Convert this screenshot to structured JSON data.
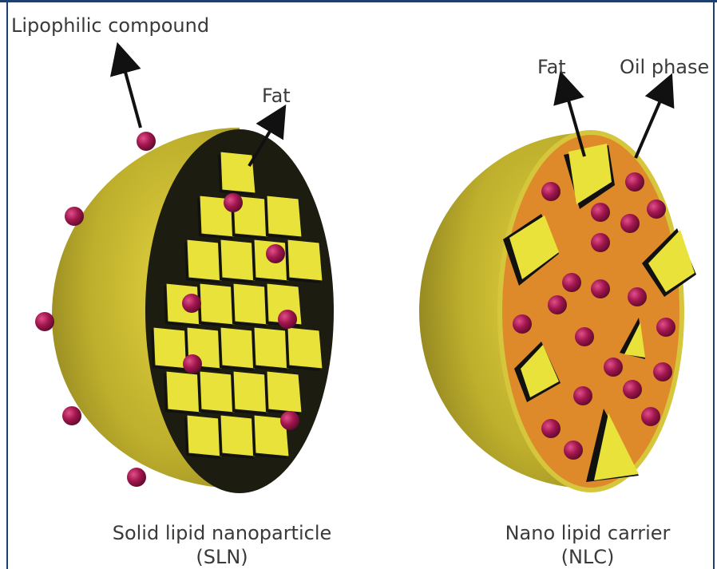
{
  "labels": {
    "lipophilic": "Lipophilic compound",
    "fat_sln": "Fat",
    "fat_nlc": "Fat",
    "oil_phase": "Oil phase",
    "sln_name": "Solid lipid nanoparticle",
    "sln_abbr": "(SLN)",
    "nlc_name": "Nano lipid carrier",
    "nlc_abbr": "(NLC)"
  },
  "colors": {
    "shell": "#b7a82a",
    "shell_light": "#d9cc3c",
    "crystal": "#e8e23a",
    "oil": "#de8a2a",
    "molecule": "#9c1449",
    "frame": "#1f3f6e"
  }
}
